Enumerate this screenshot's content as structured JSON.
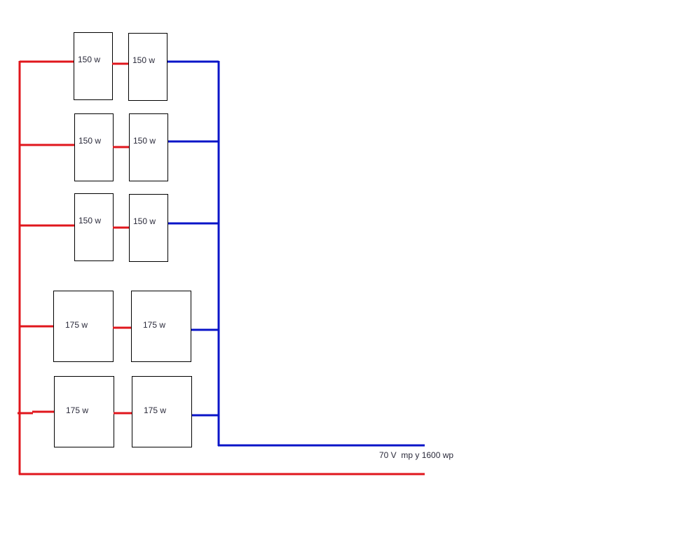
{
  "colors": {
    "positive_wire": "#e0161c",
    "negative_wire": "#0a14c8",
    "panel_border": "#000000",
    "background": "#ffffff"
  },
  "rows": [
    {
      "left_label": "150 w",
      "right_label": "150 w"
    },
    {
      "left_label": "150 w",
      "right_label": "150 w"
    },
    {
      "left_label": "150 w",
      "right_label": "150 w"
    },
    {
      "left_label": "175 w",
      "right_label": "175 w"
    },
    {
      "left_label": "175 w",
      "right_label": "175 w"
    }
  ],
  "output_label": "70 V  mp y 1600 wp"
}
